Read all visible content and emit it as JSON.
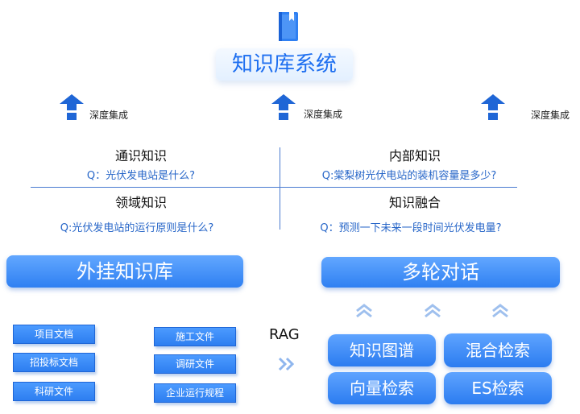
{
  "title": "知识库系统",
  "integration_label": "深度集成",
  "knowledge_grid": {
    "general": {
      "heading": "通识知识",
      "question": "Q：光伏发电站是什么?"
    },
    "internal": {
      "heading": "内部知识",
      "question": "Q:棠梨树光伏电站的装机容量是多少?"
    },
    "domain": {
      "heading": "领域知识",
      "question": "Q:光伏发电站的运行原则是什么?"
    },
    "fusion": {
      "heading": "知识融合",
      "question": "Q：预测一下未来一段时间光伏发电量?"
    }
  },
  "plugin_kb": "外挂知识库",
  "multi_turn": "多轮对话",
  "documents": {
    "col1": [
      "项目文档",
      "招投标文档",
      "科研文件"
    ],
    "col2": [
      "施工文件",
      "调研文件",
      "企业运行规程"
    ]
  },
  "rag": "RAG",
  "retrieval": {
    "knowledge_graph": "知识图谱",
    "hybrid_search": "混合检索",
    "vector_search": "向量检索",
    "es_search": "ES检索"
  },
  "colors": {
    "accent": "#2f80f2",
    "title_text": "#1e6ff0",
    "question_text": "#2766c8"
  }
}
